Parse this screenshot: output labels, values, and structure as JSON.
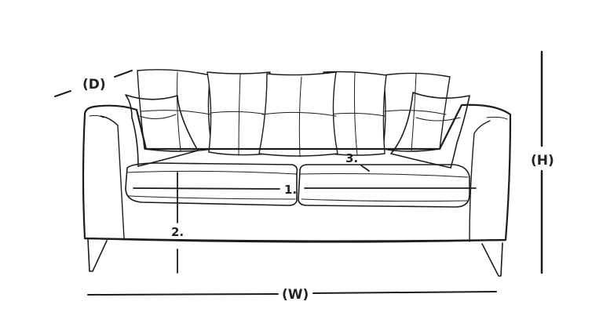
{
  "dimensions": {
    "depth_label": "(D)",
    "height_label": "(H)",
    "width_label": "(W)"
  },
  "callouts": {
    "one": "1.",
    "two": "2.",
    "three": "3."
  },
  "colors": {
    "ink": "#1c1c1c",
    "accent_cushion": "#c8e3ae",
    "cushion": "#ffffff",
    "background": "#ffffff"
  }
}
